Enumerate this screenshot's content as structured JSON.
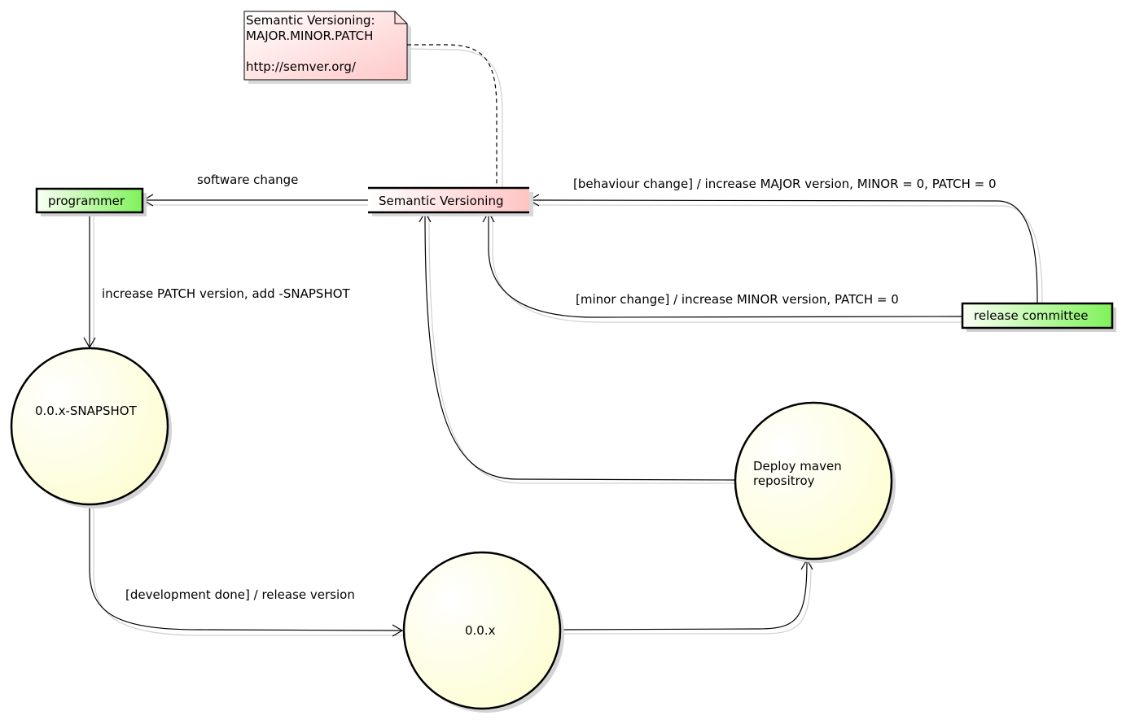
{
  "note": {
    "line1": "Semantic Versioning:",
    "line2": "MAJOR.MINOR.PATCH",
    "line3": "http://semver.org/"
  },
  "nodes": {
    "programmer": "programmer",
    "semver": "Semantic Versioning",
    "release_committee": "release committee",
    "snapshot": "0.0.x-SNAPSHOT",
    "release": "0.0.x",
    "deploy_line1": "Deploy maven",
    "deploy_line2": "repositroy"
  },
  "edges": {
    "software_change": "software change",
    "increase_patch": "increase PATCH version, add -SNAPSHOT",
    "behaviour_change": "[behaviour change] / increase MAJOR version, MINOR = 0, PATCH = 0",
    "minor_change": "[minor change] / increase MINOR version, PATCH = 0",
    "development_done": "[development done] / release version"
  },
  "colors": {
    "actor_gradient_start": "#fbfff5",
    "actor_gradient_end": "#7ff25a",
    "note_gradient_start": "#ffffff",
    "note_gradient_end": "#ffc8c8",
    "state_gradient_start": "#ffffff",
    "state_gradient_end": "#fdfdd3",
    "semver_gradient_start": "#ffffff",
    "semver_gradient_end": "#ffc4c4",
    "stroke": "#000000",
    "shadow": "#c8c8c8"
  }
}
